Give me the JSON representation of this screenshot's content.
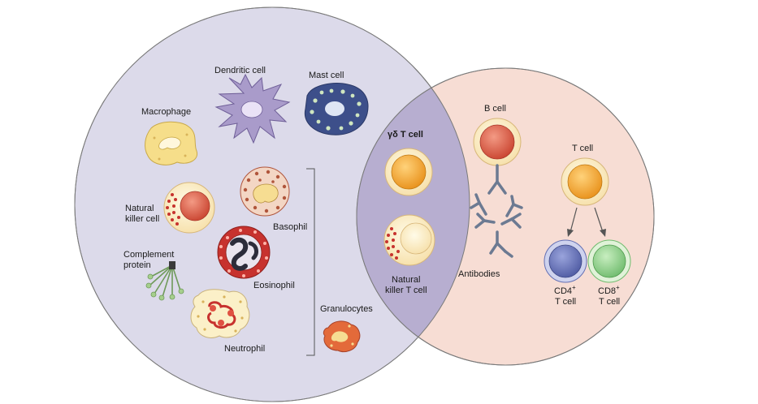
{
  "colors": {
    "innate_circle": "#dcdaea",
    "adaptive_circle": "#f7ddd4",
    "overlap": "#b7aed0",
    "outline": "#7a7a7a",
    "nucleus_orange": "#f2a21e",
    "nucleus_red": "#d8553f",
    "cd4": "#6470b4",
    "cd8": "#8cc98a",
    "cream": "#fbefc9",
    "granule_red": "#c7322e",
    "mast_blue": "#3d4f8a",
    "dendritic_purple": "#a99bca",
    "macrophage_yellow": "#f6de8a"
  },
  "innate": {
    "dendritic_cell": "Dendritic cell",
    "mast_cell": "Mast cell",
    "macrophage": "Macrophage",
    "nk_cell_line1": "Natural",
    "nk_cell_line2": "killer cell",
    "basophil": "Basophil",
    "complement_line1": "Complement",
    "complement_line2": "protein",
    "eosinophil": "Eosinophil",
    "neutrophil": "Neutrophil",
    "granulocytes": "Granulocytes"
  },
  "overlap": {
    "gd_t_cell": "γδ T cell",
    "nkt_line1": "Natural",
    "nkt_line2": "killer T cell"
  },
  "adaptive": {
    "b_cell": "B cell",
    "t_cell": "T cell",
    "antibodies": "Antibodies",
    "cd4_prefix": "CD4",
    "cd8_prefix": "CD8",
    "superscript_plus": "+",
    "t_cell_short": "T cell"
  }
}
